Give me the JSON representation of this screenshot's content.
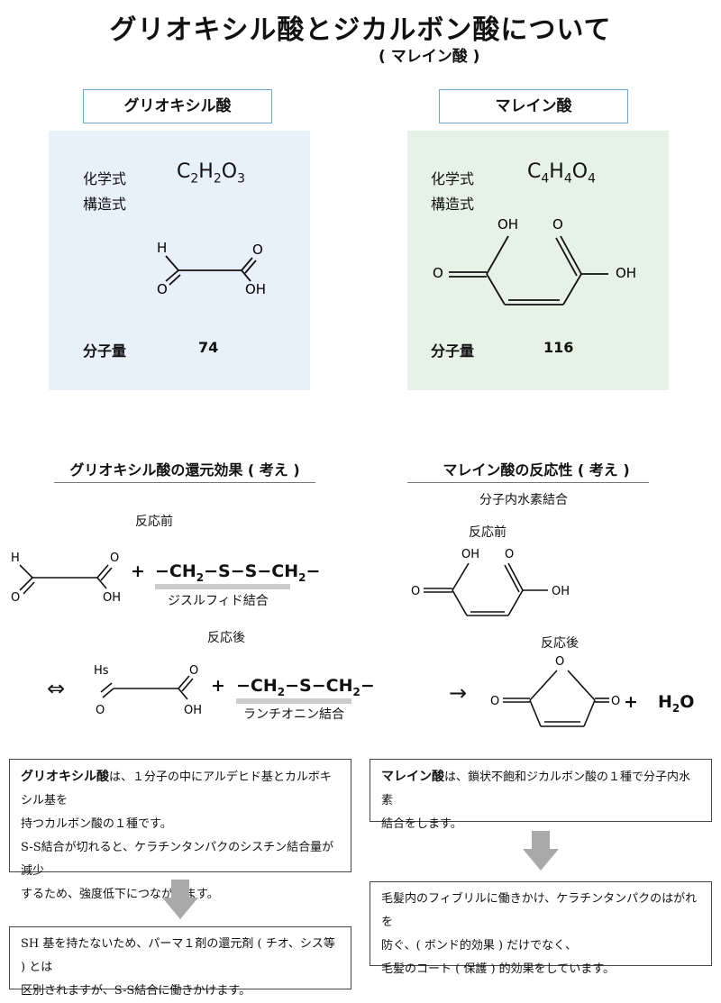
{
  "title": "グリオキシル酸とジカルボン酸について",
  "subtitle": "( マレイン酸 )",
  "left": {
    "box_title": "グリオキシル酸",
    "formula_label": "化学式",
    "structure_label": "構造式",
    "formula": {
      "a": "C",
      "an": "2",
      "b": "H",
      "bn": "2",
      "c": "O",
      "cn": "3"
    },
    "struct": {
      "h": "H",
      "o1": "O",
      "o2": "O",
      "oh": "OH"
    },
    "mw_label": "分子量",
    "mw_value": "74"
  },
  "right": {
    "box_title": "マレイン酸",
    "formula_label": "化学式",
    "structure_label": "構造式",
    "formula": {
      "a": "C",
      "an": "4",
      "b": "H",
      "bn": "4",
      "c": "O",
      "cn": "4"
    },
    "struct": {
      "oh1": "OH",
      "o1": "O",
      "o2": "O",
      "oh2": "OH"
    },
    "mw_label": "分子量",
    "mw_value": "116"
  },
  "left_section": {
    "title": "グリオキシル酸の還元効果 ( 考え )",
    "before_label": "反応前",
    "after_label": "反応後",
    "plus": "+",
    "disulfide": {
      "p1": "−CH",
      "n1": "2",
      "p2": "−S−S−CH",
      "n2": "2",
      "p3": "−"
    },
    "disulfide_caption": "ジスルフィド結合",
    "lanthionine": {
      "p1": "−CH",
      "n1": "2",
      "p2": "−S−CH",
      "n2": "2",
      "p3": "−"
    },
    "lanthionine_caption": "ランチオニン結合",
    "struct_before": {
      "h": "H",
      "o1": "O",
      "o2": "O",
      "oh": "OH"
    },
    "struct_after": {
      "hs": "Hs",
      "o1": "O",
      "o2": "O",
      "oh": "OH"
    },
    "equilibrium_arrow": "⇔"
  },
  "right_section": {
    "title": "マレイン酸の反応性 ( 考え )",
    "subtitle": "分子内水素結合",
    "before_label": "反応前",
    "after_label": "反応後",
    "struct_before": {
      "oh1": "OH",
      "o1": "O",
      "o2": "O",
      "oh2": "OH"
    },
    "struct_after": {
      "o_ring": "O",
      "o_left": "O",
      "o_right": "O"
    },
    "arrow": "→",
    "plus_water": {
      "plus": "+",
      "h": "H",
      "n": "2",
      "o": "O"
    }
  },
  "left_textbox1": {
    "bold": "グリオキシル酸",
    "l1": "は、１分子の中にアルデヒド基とカルボキシル基を",
    "l2": "持つカルボン酸の１種です。",
    "l3": "S-S結合が切れると、ケラチンタンパクのシスチン結合量が減少",
    "l4": "するため、強度低下につながります。"
  },
  "left_textbox2": {
    "l1": "SH 基を持たないため、パーマ１剤の還元剤 ( チオ、シス等 ) とは",
    "l2": "区別されますが、S-S結合に働きかけます。"
  },
  "right_textbox1": {
    "bold": "マレイン酸",
    "l1": "は、鎖状不飽和ジカルボン酸の１種で分子内水素",
    "l2": "結合をします。"
  },
  "right_textbox2": {
    "l1": "毛髪内のフィブリルに働きかけ、ケラチンタンパクのはがれを",
    "l2": "防ぐ、( ボンド的効果 ) だけでなく、",
    "l3": "毛髪のコート ( 保護 ) 的効果をしています。"
  },
  "colors": {
    "box_border": "#6fa6cf",
    "panel_blue": "#e8f0fa",
    "panel_green": "#e7f2e6",
    "arrow_gray": "#aaaaaa"
  }
}
